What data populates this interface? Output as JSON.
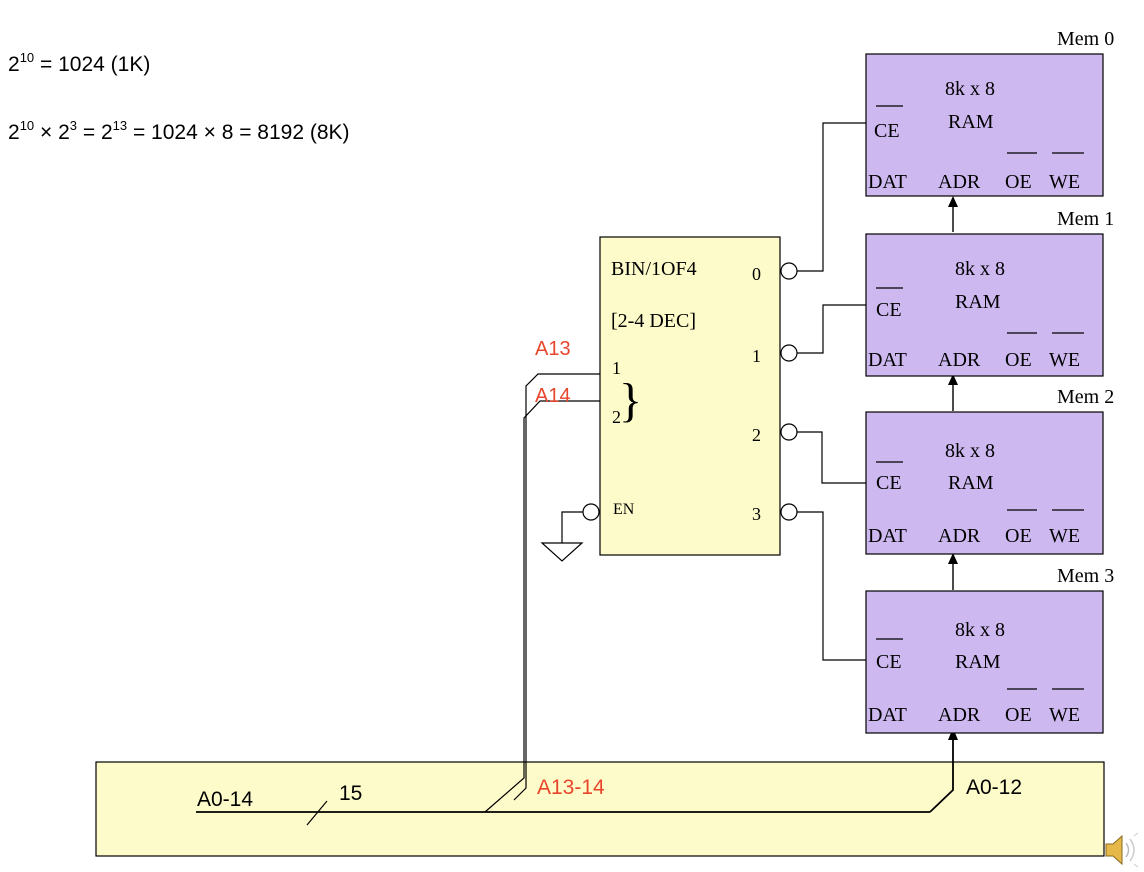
{
  "formulas": {
    "line1": {
      "a_base": "2",
      "a_exp": "10",
      "rest": " = 1024 (1K)"
    },
    "line2": {
      "p1_base": "2",
      "p1_exp": "10",
      "op1": " × ",
      "p2_base": "2",
      "p2_exp": "3",
      "op2": " = ",
      "p3_base": "2",
      "p3_exp": "13",
      "rest": " = 1024 × 8 = 8192 (8K)"
    }
  },
  "decoder": {
    "title": "BIN/1OF4",
    "subtitle": "[2-4 DEC]",
    "inputs": [
      "1",
      "2"
    ],
    "enable": "EN",
    "outputs": [
      "0",
      "1",
      "2",
      "3"
    ],
    "brace": "}"
  },
  "input_labels": {
    "a13": "A13",
    "a14": "A14"
  },
  "memories": [
    {
      "name": "Mem 0",
      "size": "8k x 8",
      "type": "RAM",
      "ce_bar": "__",
      "ce": "CE",
      "dat": "DAT",
      "adr": "ADR",
      "oe": "OE",
      "we": "WE"
    },
    {
      "name": "Mem 1",
      "size": "8k x 8",
      "type": "RAM",
      "ce_bar": "__",
      "ce": "CE",
      "dat": "DAT",
      "adr": "ADR",
      "oe": "OE",
      "we": "WE"
    },
    {
      "name": "Mem 2",
      "size": "8k x 8",
      "type": "RAM",
      "ce_bar": "__",
      "ce": "CE",
      "dat": "DAT",
      "adr": "ADR",
      "oe": "OE",
      "we": "WE"
    },
    {
      "name": "Mem 3",
      "size": "8k x 8",
      "type": "RAM",
      "ce_bar": "__",
      "ce": "CE",
      "dat": "DAT",
      "adr": "ADR",
      "oe": "OE",
      "we": "WE"
    }
  ],
  "bus": {
    "label": "A0-14",
    "width": "15",
    "upper": "A13-14",
    "lower": "A0-12"
  },
  "colors": {
    "ram_fill": "#cdb8f0",
    "panel_fill": "#fdfbc9",
    "accent_red": "#e8462c",
    "line": "#000000"
  },
  "icons": {
    "speaker": "speaker-icon"
  }
}
